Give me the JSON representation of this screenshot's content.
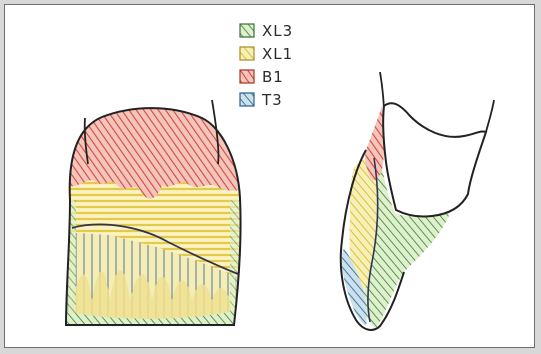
{
  "legend": [
    {
      "label": "XL3",
      "color": "#5da85a"
    },
    {
      "label": "XL1",
      "color": "#e3d45e"
    },
    {
      "label": "B1",
      "color": "#de5a4a"
    },
    {
      "label": "T3",
      "color": "#3f86b6"
    }
  ],
  "colors": {
    "outline": "#222222",
    "frame": "#6e6e6e"
  }
}
